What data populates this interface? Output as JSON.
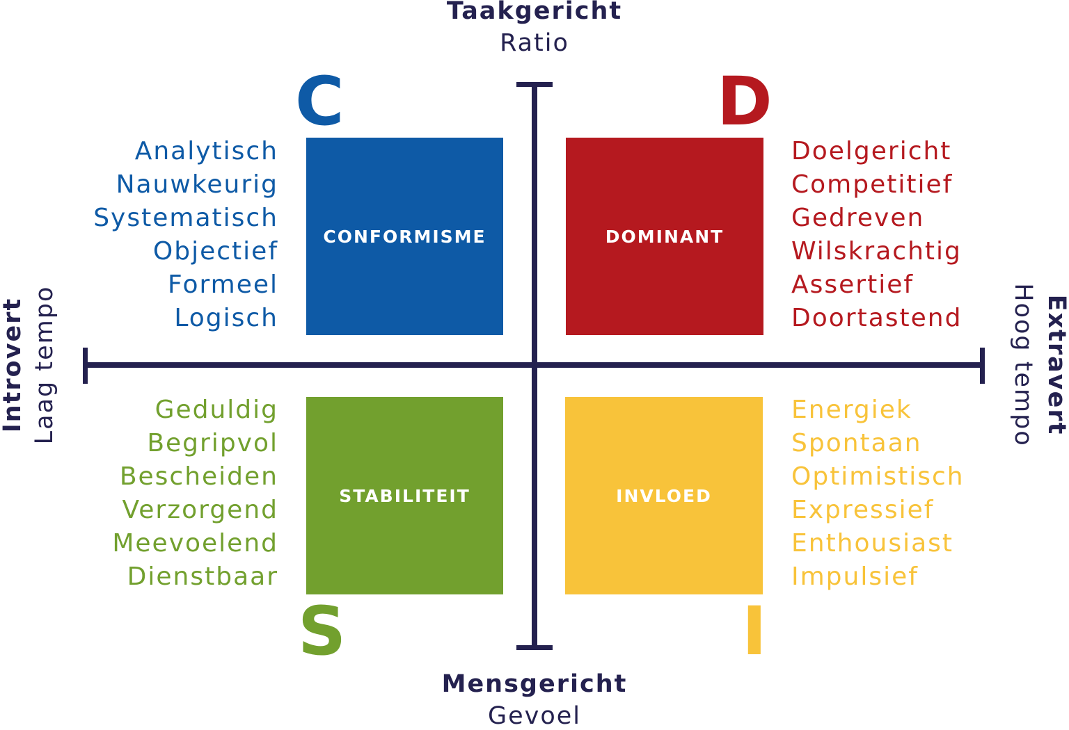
{
  "colors": {
    "axis": "#24214f",
    "C": "#0e5aa6",
    "D": "#b5191f",
    "S": "#72a02e",
    "I": "#f8c33a"
  },
  "axes": {
    "top": {
      "title": "Taakgericht",
      "subtitle": "Ratio"
    },
    "bottom": {
      "title": "Mensgericht",
      "subtitle": "Gevoel"
    },
    "left": {
      "title": "Introvert",
      "subtitle": "Laag tempo"
    },
    "right": {
      "title": "Extravert",
      "subtitle": "Hoog tempo"
    }
  },
  "quadrants": {
    "C": {
      "letter": "C",
      "label": "CONFORMISME",
      "traits": [
        "Analytisch",
        "Nauwkeurig",
        "Systematisch",
        "Objectief",
        "Formeel",
        "Logisch"
      ]
    },
    "D": {
      "letter": "D",
      "label": "DOMINANT",
      "traits": [
        "Doelgericht",
        "Competitief",
        "Gedreven",
        "Wilskrachtig",
        "Assertief",
        "Doortastend"
      ]
    },
    "S": {
      "letter": "S",
      "label": "STABILITEIT",
      "traits": [
        "Geduldig",
        "Begripvol",
        "Bescheiden",
        "Verzorgend",
        "Meevoelend",
        "Dienstbaar"
      ]
    },
    "I": {
      "letter": "I",
      "label": "INVLOED",
      "traits": [
        "Energiek",
        "Spontaan",
        "Optimistisch",
        "Expressief",
        "Enthousiast",
        "Impulsief"
      ]
    }
  }
}
